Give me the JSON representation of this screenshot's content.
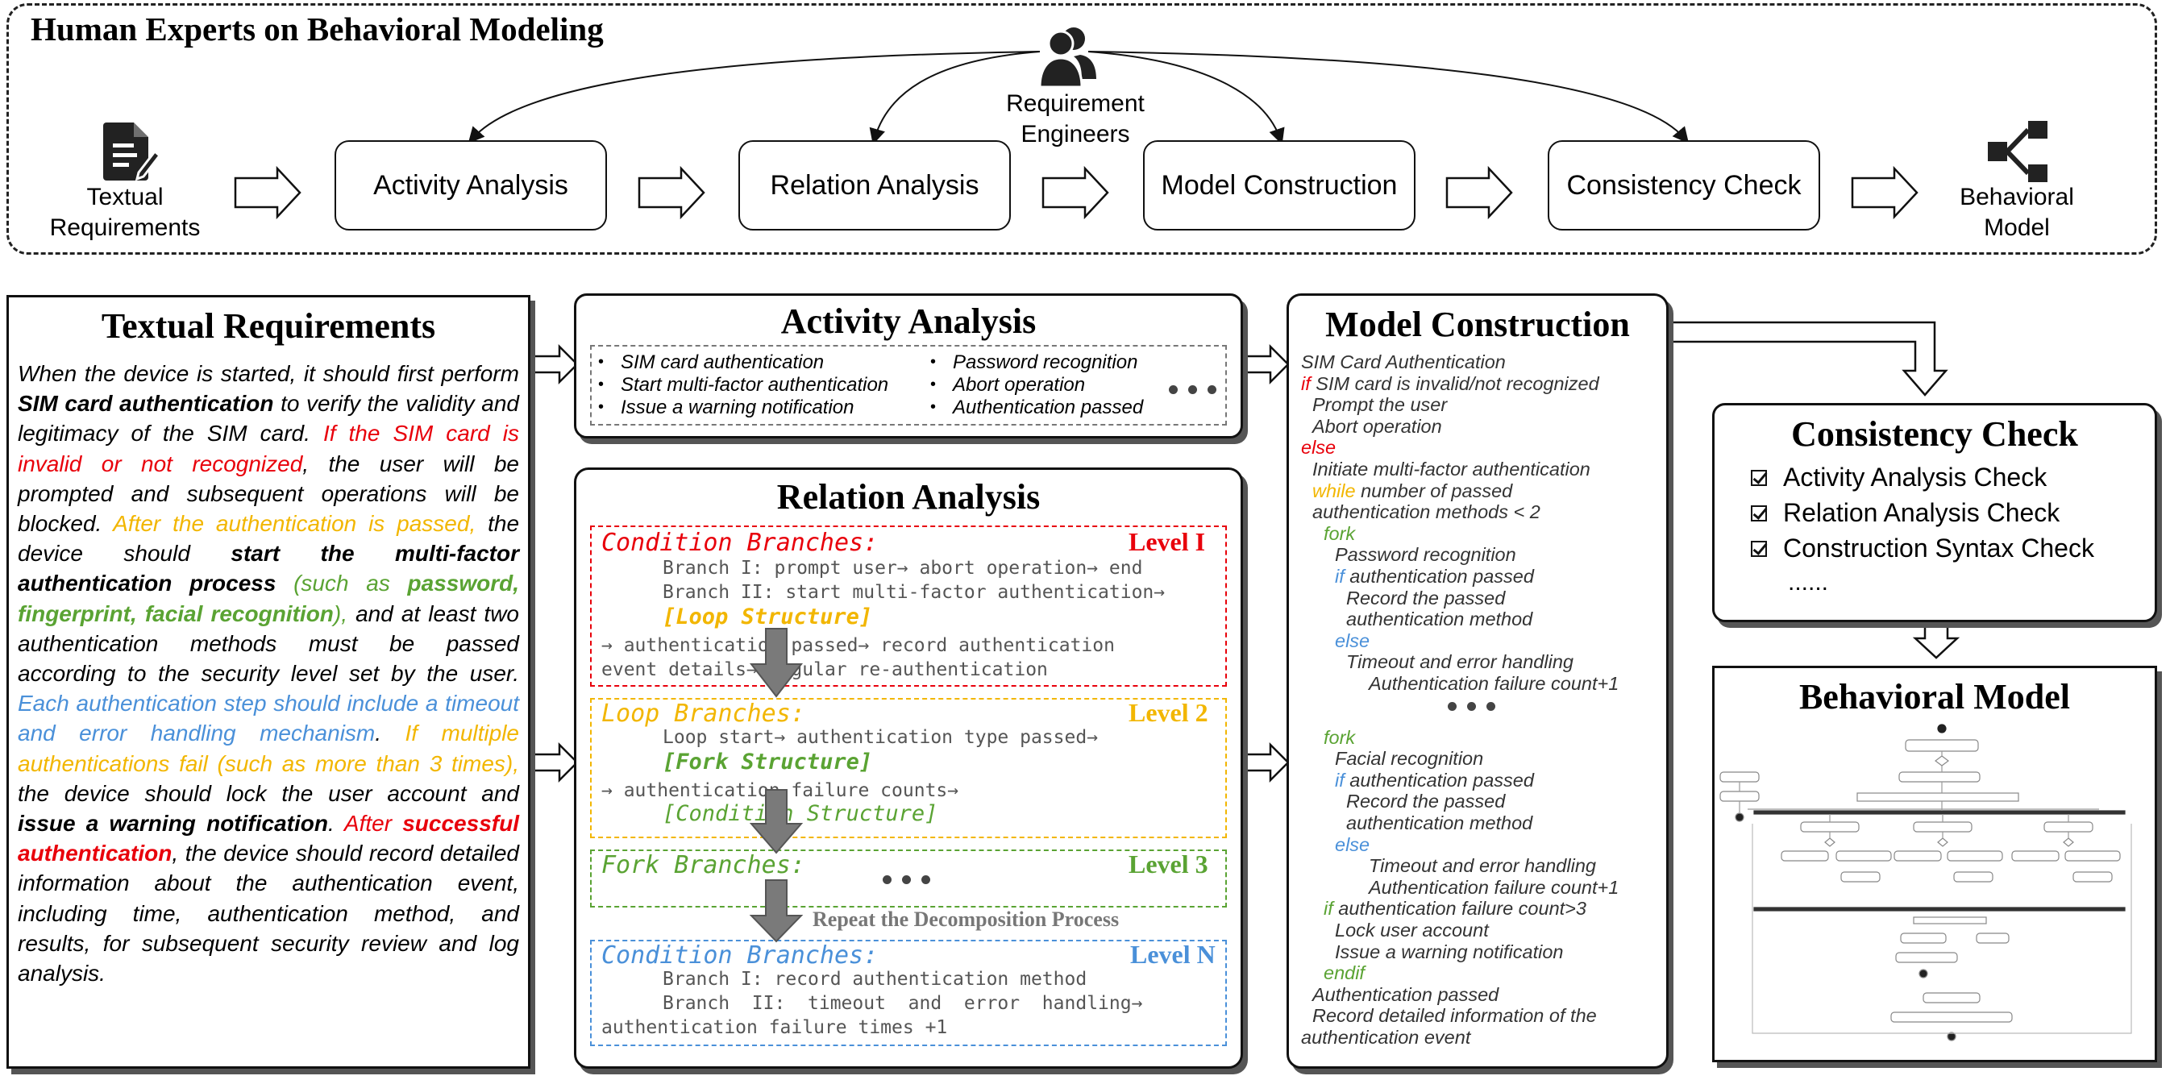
{
  "banner": {
    "title": "Human Experts on Behavioral Modeling",
    "engineers": [
      "Requirement",
      "Engineers"
    ],
    "input_label": [
      "Textual",
      "Requirements"
    ],
    "stages": [
      "Activity Analysis",
      "Relation Analysis",
      "Model Construction",
      "Consistency Check"
    ],
    "output_label": [
      "Behavioral",
      "Model"
    ]
  },
  "requirements_panel": {
    "title": "Textual Requirements"
  },
  "activity_panel": {
    "title": "Activity Analysis",
    "items": [
      "SIM card authentication",
      "Start multi-factor authentication",
      "Issue a warning notification",
      "Password recognition",
      "Abort operation",
      "Authentication passed"
    ]
  },
  "relation_panel": {
    "title": "Relation Analysis",
    "level1": {
      "head": "Condition Branches:",
      "tag": "Level I",
      "lines": [
        "Branch I: prompt user→ abort operation→ end",
        "Branch II: start multi-factor authentication→"
      ],
      "structure": "[Loop Structure]",
      "tail": [
        "→ authentication passed→ record authentication",
        "event details→ regular re-authentication"
      ]
    },
    "level2": {
      "head": "Loop Branches:",
      "tag": "Level 2",
      "line": "Loop start→ authentication type passed→",
      "structure1": "[Fork Structure]",
      "tail": "→ authentication failure counts→",
      "structure2": "[Condition Structure]"
    },
    "level3": {
      "head": "Fork Branches:",
      "tag": "Level 3"
    },
    "repeat_note": "Repeat the Decomposition Process",
    "levelN": {
      "head": "Condition Branches:",
      "tag": "Level N",
      "lines": [
        "Branch I: record authentication method",
        "Branch  II:  timeout  and  error  handling→",
        "authentication failure times +1"
      ]
    }
  },
  "model_panel": {
    "title": "Model Construction",
    "lines": [
      {
        "kw": "",
        "text": "SIM Card Authentication"
      },
      {
        "kw": "if",
        "text": " SIM card is invalid/not recognized"
      },
      {
        "kw": "",
        "text": "Prompt the user"
      },
      {
        "kw": "",
        "text": "Abort operation"
      },
      {
        "kw": "else",
        "text": ""
      },
      {
        "kw": "",
        "text": "Initiate multi-factor authentication"
      },
      {
        "kw": "while",
        "text": " number of passed"
      },
      {
        "kw": "",
        "text": "authentication methods < 2"
      },
      {
        "kw": "fork",
        "text": ""
      },
      {
        "kw": "",
        "text": "Password recognition"
      },
      {
        "kw": "if",
        "text": " authentication passed"
      },
      {
        "kw": "",
        "text": "Record the passed"
      },
      {
        "kw": "",
        "text": "authentication method"
      },
      {
        "kw": "else",
        "text": ""
      },
      {
        "kw": "",
        "text": "Timeout and error handling"
      },
      {
        "kw": "",
        "text": "Authentication failure count+1"
      },
      {
        "kw": "fork",
        "text": ""
      },
      {
        "kw": "",
        "text": "Facial recognition"
      },
      {
        "kw": "if",
        "text": " authentication passed"
      },
      {
        "kw": "",
        "text": "Record the passed"
      },
      {
        "kw": "",
        "text": "authentication method"
      },
      {
        "kw": "else",
        "text": ""
      },
      {
        "kw": "",
        "text": "Timeout and error handling"
      },
      {
        "kw": "",
        "text": "Authentication failure count+1"
      },
      {
        "kw": "if",
        "text": " authentication failure count>3"
      },
      {
        "kw": "",
        "text": "Lock user account"
      },
      {
        "kw": "",
        "text": "Issue a warning notification"
      },
      {
        "kw": "endif",
        "text": ""
      },
      {
        "kw": "",
        "text": "Authentication passed"
      },
      {
        "kw": "",
        "text": "Record detailed information of the"
      },
      {
        "kw": "",
        "text": "authentication event"
      }
    ]
  },
  "consistency_panel": {
    "title": "Consistency Check",
    "items": [
      "Activity Analysis Check",
      "Relation Analysis Check",
      "Construction Syntax Check"
    ],
    "more": "......"
  },
  "behavior_panel": {
    "title": "Behavioral Model"
  },
  "colors": {
    "red": "#e8000b",
    "gold": "#f2b600",
    "green": "#5aa333",
    "blue": "#4a90d9"
  }
}
